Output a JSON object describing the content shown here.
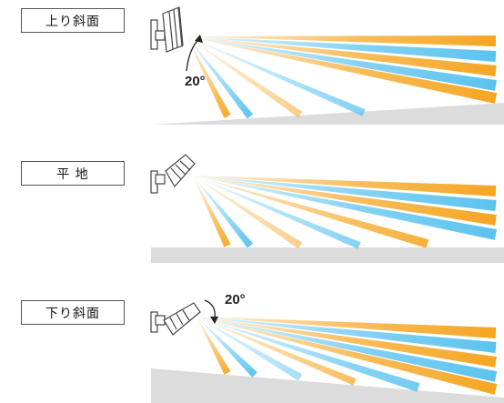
{
  "scenes": [
    {
      "id": "uphill",
      "label": "上り斜面",
      "angle_label": "20°"
    },
    {
      "id": "flat",
      "label": "平 地"
    },
    {
      "id": "downhill",
      "label": "下り斜面",
      "angle_label": "20°"
    }
  ],
  "colors": {
    "orange_beam": "#f5a623",
    "blue_beam": "#5bc3ef",
    "ground": "#dcdcdc",
    "box_border": "#555555",
    "device": "#444444"
  }
}
